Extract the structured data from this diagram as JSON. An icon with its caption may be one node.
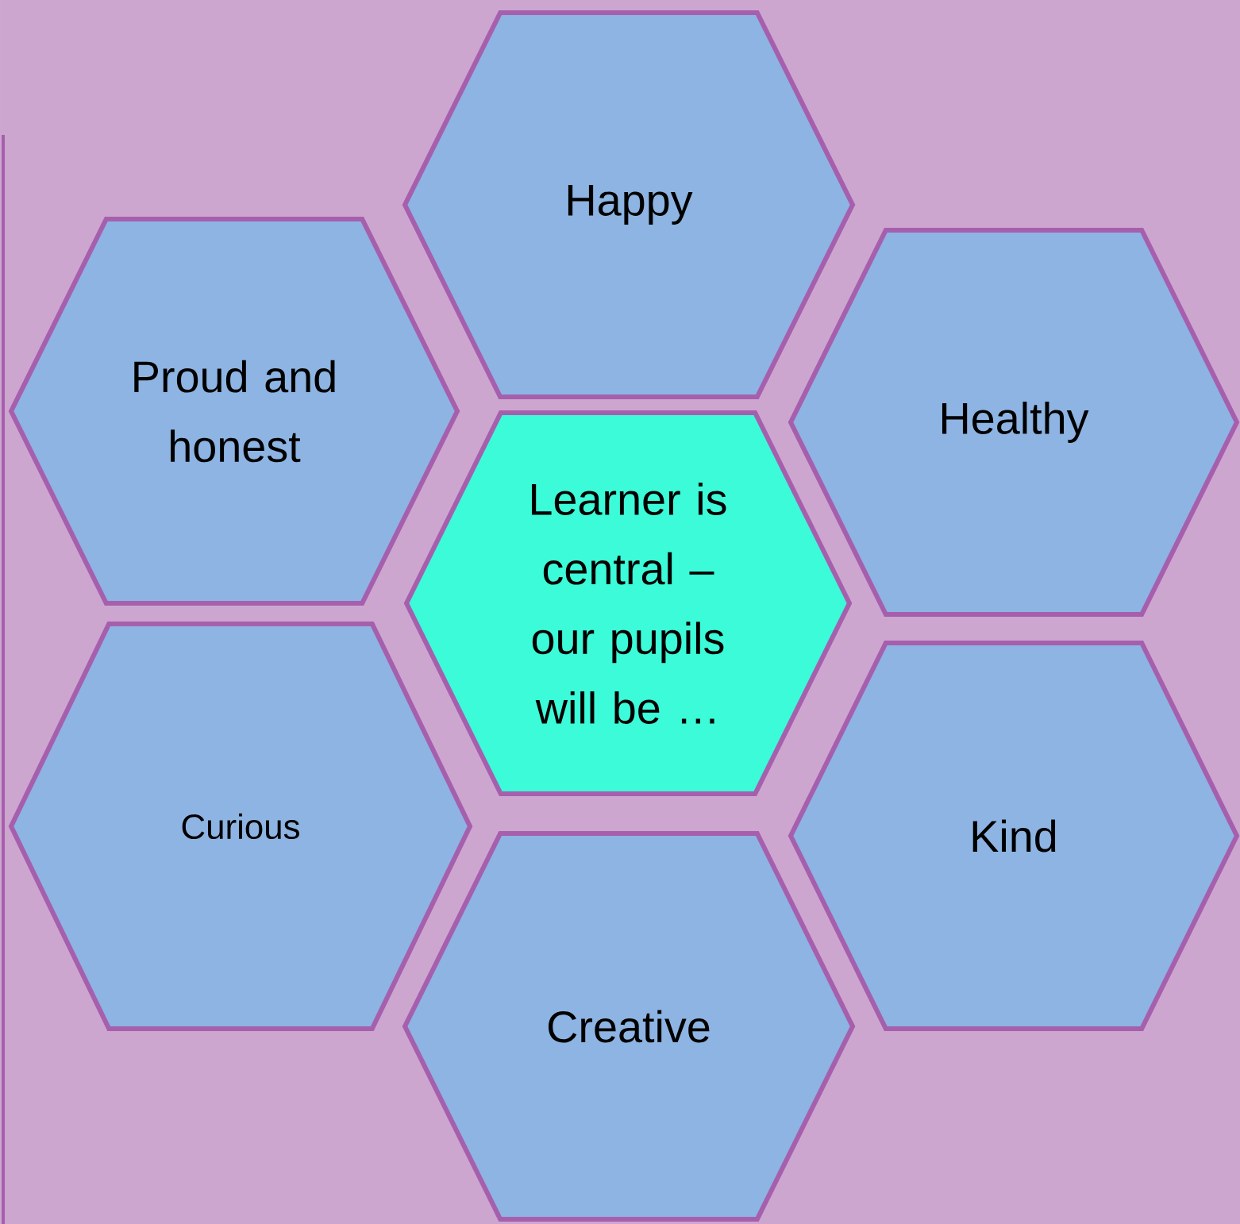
{
  "diagram": {
    "nodes": [
      {
        "text": [
          "Happy"
        ]
      },
      {
        "text": [
          "Proud and honest"
        ]
      },
      {
        "text": [
          "Healthy"
        ]
      },
      {
        "text": [
          "Learner is central – our pupils will be …"
        ]
      },
      {
        "text": [
          "Curious"
        ]
      },
      {
        "text": [
          "Kind"
        ]
      },
      {
        "text": [
          "Creative"
        ]
      }
    ]
  }
}
